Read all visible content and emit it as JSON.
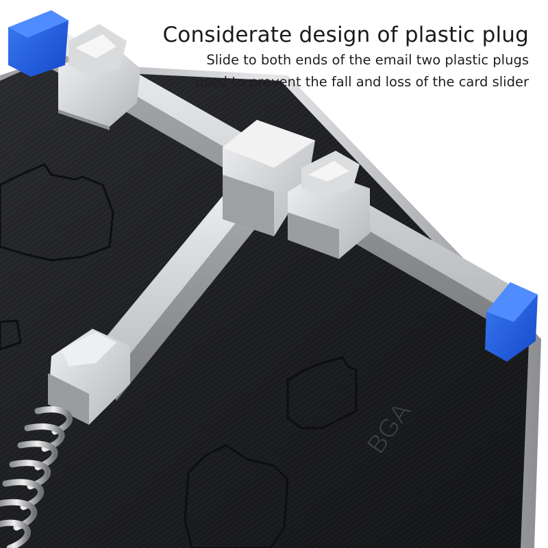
{
  "caption": {
    "title": "Considerate design of plastic plug",
    "lines": [
      "Slide to both ends of the email two plastic plugs",
      "used to prevent the fall and loss of the card slider"
    ]
  },
  "board": {
    "imprint": "BGA"
  },
  "colors": {
    "board": "#1c1d20",
    "metal": "#c9cbcd",
    "plug": "#1f5fe6",
    "background": "#ffffff"
  }
}
